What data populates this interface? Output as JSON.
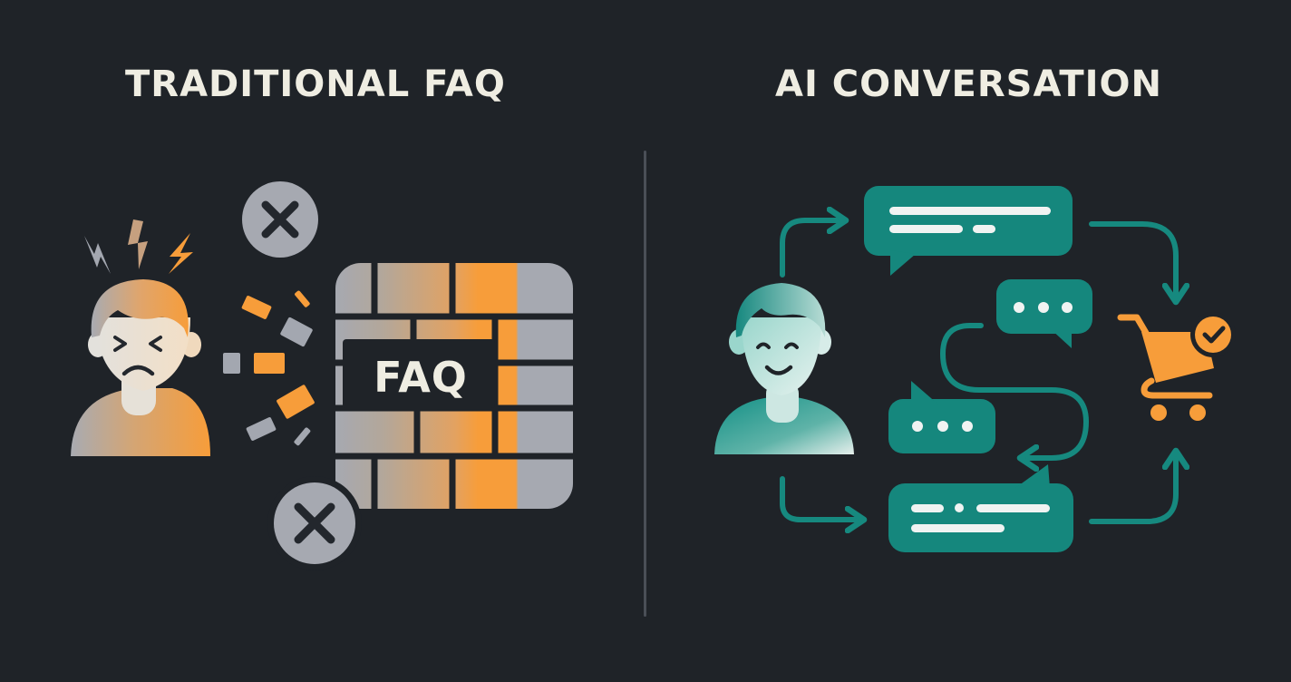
{
  "left_panel": {
    "title": "TRADITIONAL FAQ",
    "faq_block_label": "FAQ",
    "person_mood": "frustrated",
    "error_icons": [
      "x-circle",
      "x-circle"
    ],
    "colors": {
      "orange": "#f79d3a",
      "gray": "#a3a7b0",
      "skin": "#ece8e0"
    }
  },
  "right_panel": {
    "title": "AI CONVERSATION",
    "person_mood": "happy",
    "bubbles": [
      "text-message",
      "typing-dots",
      "typing-dots",
      "text-message"
    ],
    "goal_icon": "cart-with-check",
    "colors": {
      "teal": "#14897f",
      "orange": "#f79d3a",
      "text_bar": "#f0f3f2"
    }
  },
  "colors": {
    "background": "#1f2328",
    "title": "#efede2",
    "divider": "#4a4f57"
  }
}
